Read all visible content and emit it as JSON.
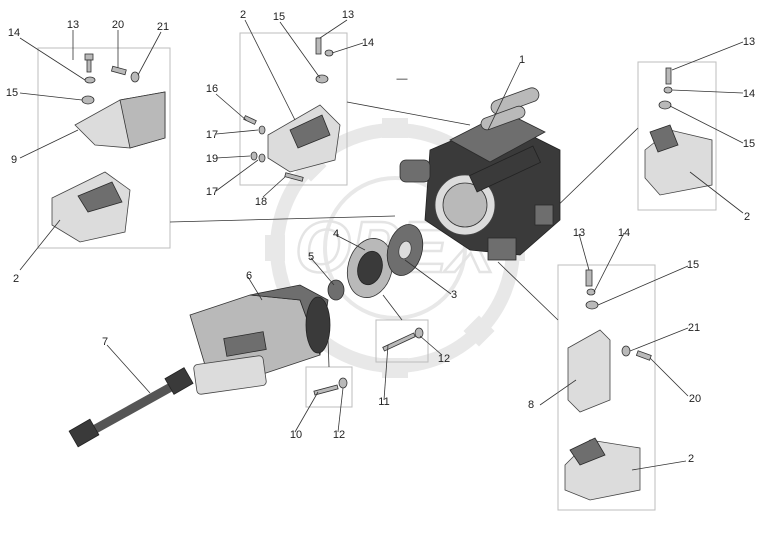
{
  "watermark": "OPEX",
  "callouts": {
    "c1": "1",
    "c2a": "2",
    "c2b": "2",
    "c2c": "2",
    "c2d": "2",
    "c3": "3",
    "c4": "4",
    "c5": "5",
    "c6": "6",
    "c7": "7",
    "c8": "8",
    "c9": "9",
    "c10": "10",
    "c11": "11",
    "c12a": "12",
    "c12b": "12",
    "c13a": "13",
    "c13b": "13",
    "c13c": "13",
    "c13d": "13",
    "c14a": "14",
    "c14b": "14",
    "c14c": "14",
    "c14d": "14",
    "c15a": "15",
    "c15b": "15",
    "c15c": "15",
    "c15d": "15",
    "c16": "16",
    "c17a": "17",
    "c17b": "17",
    "c18": "18",
    "c19": "19",
    "c20a": "20",
    "c20b": "20",
    "c21a": "21",
    "c21b": "21",
    "dash": "—"
  }
}
